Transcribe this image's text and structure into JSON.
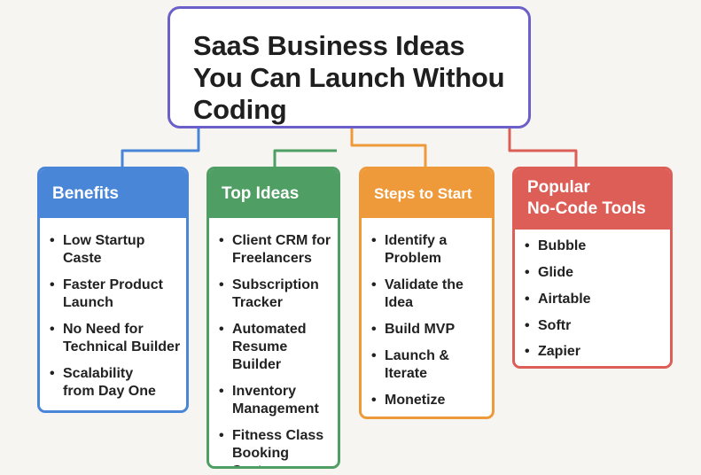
{
  "title": "SaaS Business Ideas\nYou Can Launch Withou\nCoding",
  "colors": {
    "title_border": "#6b5fc9",
    "benefits": "#4a86d8",
    "top_ideas": "#4f9e63",
    "steps": "#ee9a3a",
    "tools": "#dd5e56",
    "background": "#f6f5f1"
  },
  "categories": [
    {
      "heading": "Benefits",
      "items": [
        "Low Startup\nCaste",
        "Faster Product\nLaunch",
        "No Need for\nTechnical Builder",
        "Scalability\nfrom Day One"
      ]
    },
    {
      "heading": "Top Ideas",
      "items": [
        "Client CRM for\nFreelancers",
        "Subscription\nTracker",
        "Automated\nResume\nBuilder",
        "Inventory\nManagement",
        "Fitness Class\nBooking System"
      ]
    },
    {
      "heading": "Steps to Start",
      "items": [
        "Identify a\nProblem",
        "Validate the\nIdea",
        "Build MVP",
        "Launch &\nIterate",
        "Monetize"
      ]
    },
    {
      "heading": "Popular\nNo-Code Tools",
      "items": [
        "Bubble",
        "Glide",
        "Airtable",
        "Softr",
        "Zapier"
      ]
    }
  ]
}
